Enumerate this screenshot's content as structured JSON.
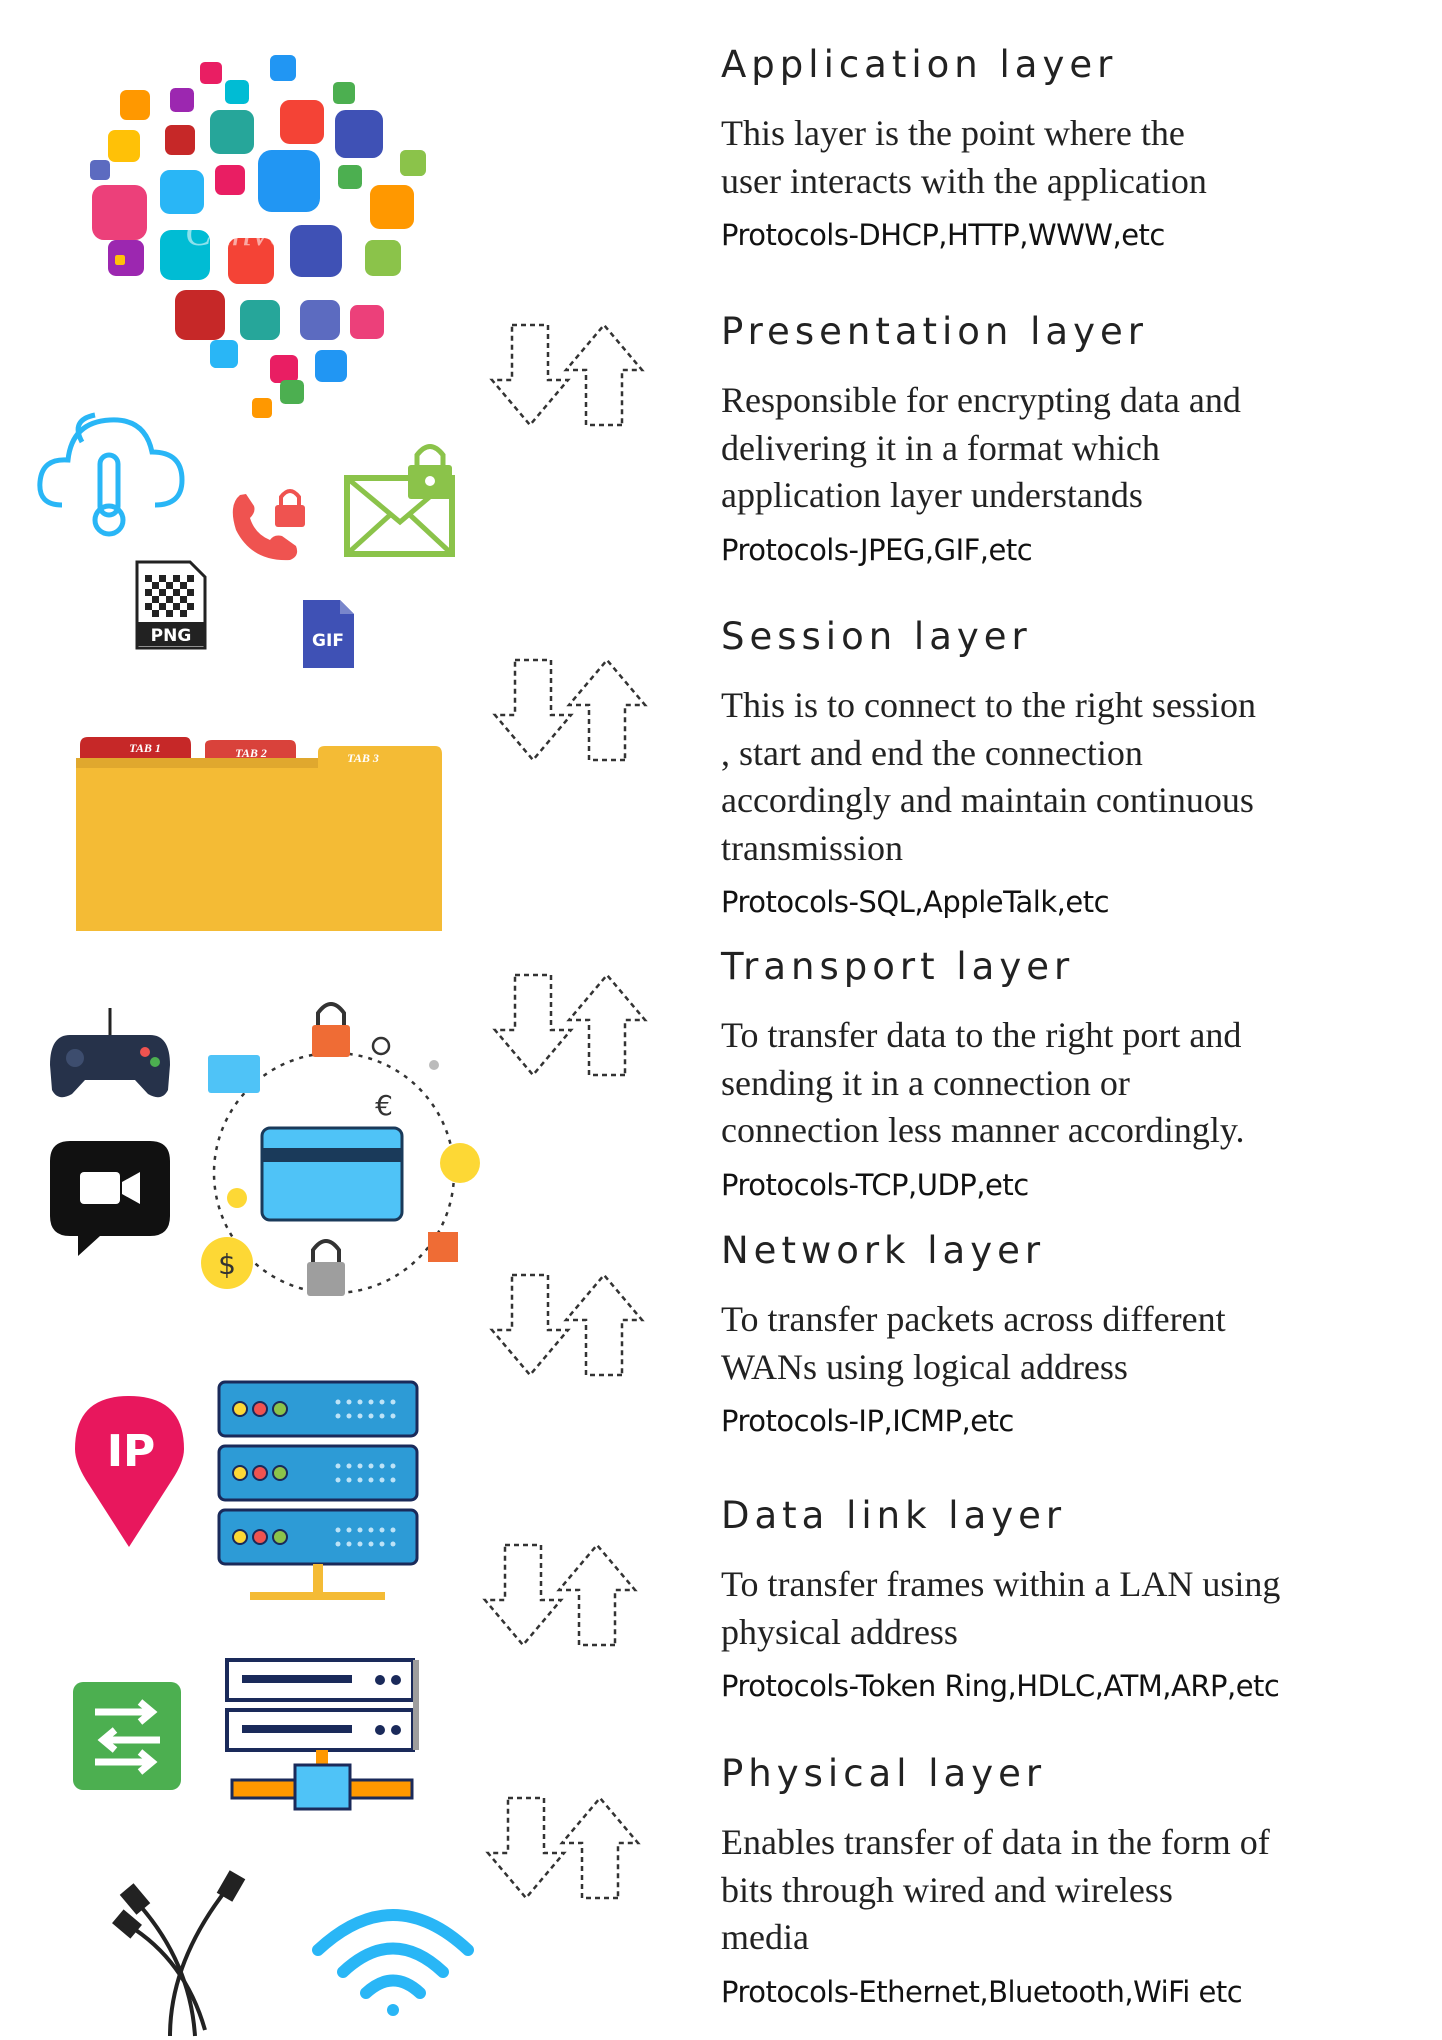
{
  "layers": [
    {
      "title": "Application layer",
      "desc": [
        "This layer is the point where the",
        "user interacts with the application"
      ],
      "protocols": "Protocols-DHCP,HTTP,WWW,etc"
    },
    {
      "title": "Presentation layer",
      "desc": [
        "Responsible for encrypting data and",
        "delivering it in a format which",
        "application layer understands"
      ],
      "protocols": "Protocols-JPEG,GIF,etc"
    },
    {
      "title": "Session layer",
      "desc": [
        "This is to connect to the right session",
        ", start and end the connection",
        "accordingly and maintain continuous",
        "transmission"
      ],
      "protocols": "Protocols-SQL,AppleTalk,etc"
    },
    {
      "title": "Transport layer",
      "desc": [
        "To transfer data to the right port and",
        "sending it in a connection or",
        "connection less manner accordingly."
      ],
      "protocols": "Protocols-TCP,UDP,etc"
    },
    {
      "title": "Network layer",
      "desc": [
        "To transfer packets across different",
        "WANs using logical address"
      ],
      "protocols": "Protocols-IP,ICMP,etc"
    },
    {
      "title": "Data link layer",
      "desc": [
        "To transfer frames within a LAN using",
        "physical address"
      ],
      "protocols": "Protocols-Token Ring,HDLC,ATM,ARP,etc"
    },
    {
      "title": "Physical layer",
      "desc": [
        "Enables transfer of data in the form of",
        "bits through wired and wireless",
        "media"
      ],
      "protocols": "Protocols-Ethernet,Bluetooth,WiFi etc"
    }
  ],
  "illustrations": {
    "png_label": "PNG",
    "gif_label": "GIF",
    "tabs": [
      "TAB 1",
      "TAB 2",
      "TAB 3"
    ],
    "ip_label": "IP",
    "currency_euro": "€",
    "currency_dollar": "$",
    "watermark": "Canva"
  },
  "colors": {
    "folder": "#f4bb35",
    "tab": "#d9423b",
    "server": "#2d9bd6",
    "ip_pin": "#e8175d",
    "switch": "#4caf50",
    "wifi": "#29b6f6"
  }
}
